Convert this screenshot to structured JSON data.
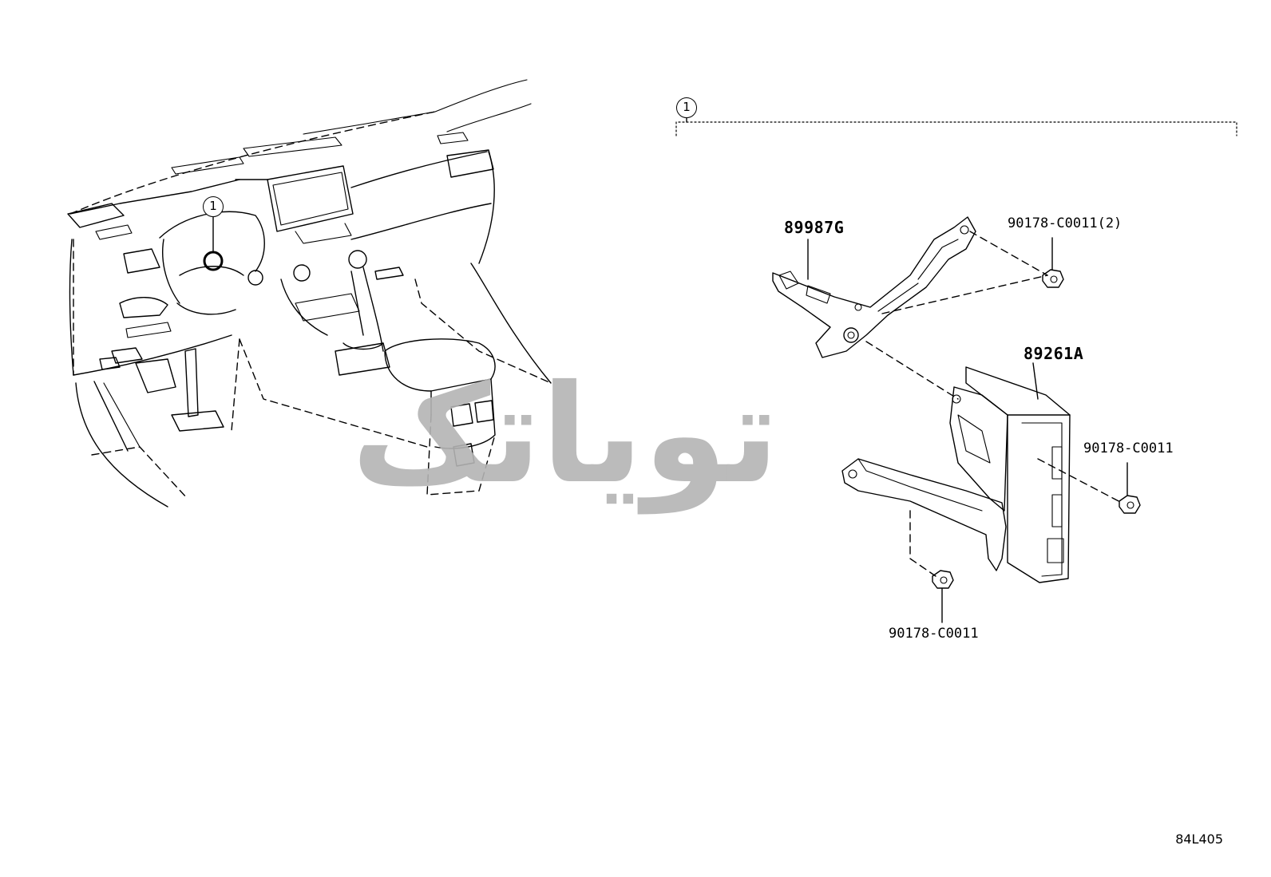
{
  "callouts": {
    "overview_marker": "1",
    "group_marker": "1"
  },
  "parts": {
    "bracket_upper": "89987G",
    "computer_assembly": "89261A",
    "nut_upper": "90178-C0011(2)",
    "nut_right": "90178-C0011",
    "nut_lower": "90178-C0011"
  },
  "watermark": "تویاتک",
  "reference_code": "84L405"
}
